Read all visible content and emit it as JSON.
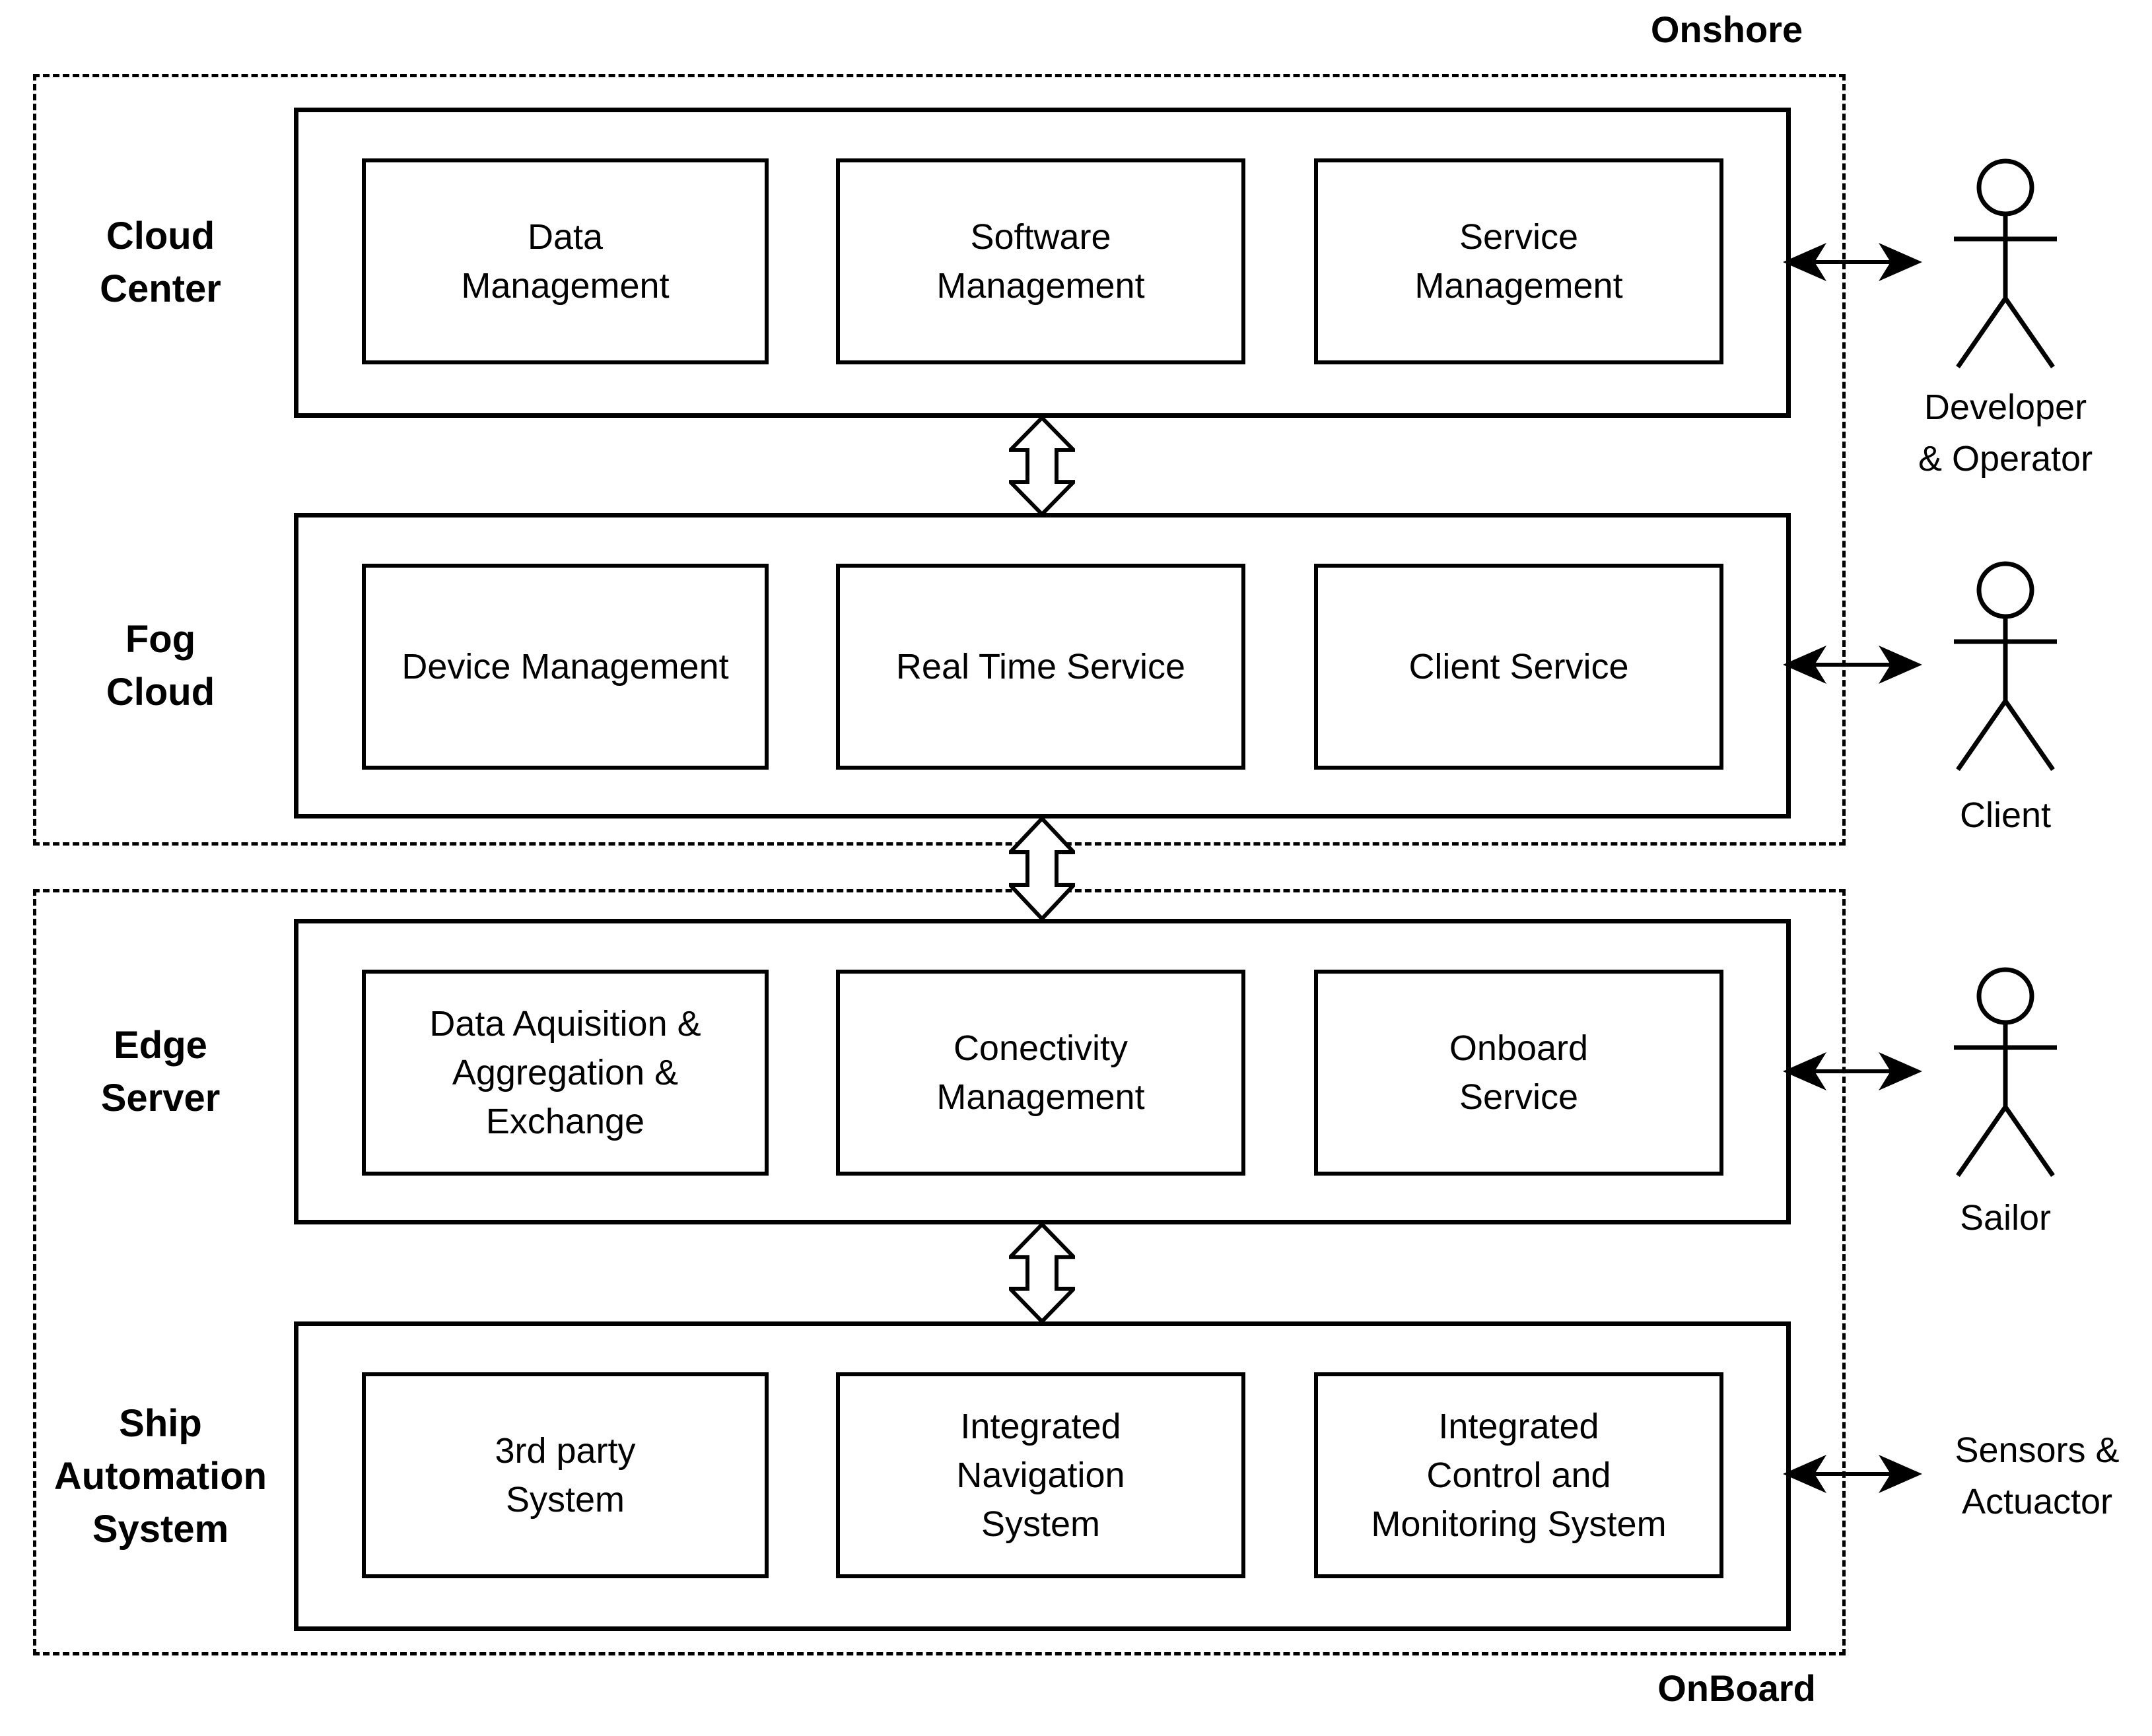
{
  "canvas": {
    "background": "#ffffff",
    "line_color": "#000000"
  },
  "regions": {
    "onshore": {
      "label": "Onshore"
    },
    "onboard": {
      "label": "OnBoard"
    }
  },
  "layers": [
    {
      "id": "cloud-center",
      "label": "Cloud\nCenter",
      "boxes": [
        {
          "label": "Data\nManagement"
        },
        {
          "label": "Software\nManagement"
        },
        {
          "label": "Service\nManagement"
        }
      ]
    },
    {
      "id": "fog-cloud",
      "label": "Fog\nCloud",
      "boxes": [
        {
          "label": "Device Management"
        },
        {
          "label": "Real Time Service"
        },
        {
          "label": "Client Service"
        }
      ]
    },
    {
      "id": "edge-server",
      "label": "Edge\nServer",
      "boxes": [
        {
          "label": "Data Aquisition &\nAggregation &\nExchange"
        },
        {
          "label": "Conectivity\nManagement"
        },
        {
          "label": "Onboard\nService"
        }
      ]
    },
    {
      "id": "ship-automation-system",
      "label": "Ship\nAutomation\nSystem",
      "boxes": [
        {
          "label": "3rd party\nSystem"
        },
        {
          "label": "Integrated\nNavigation\nSystem"
        },
        {
          "label": "Integrated\nControl and\nMonitoring System"
        }
      ]
    }
  ],
  "actors": [
    {
      "id": "developer-operator",
      "label": "Developer\n& Operator",
      "figure": "person"
    },
    {
      "id": "client",
      "label": "Client",
      "figure": "person"
    },
    {
      "id": "sailor",
      "label": "Sailor",
      "figure": "person"
    },
    {
      "id": "sensors-actuator",
      "label": "Sensors &\nActuactor",
      "figure": "none"
    }
  ],
  "connections": {
    "vertical": [
      {
        "from": "cloud-center",
        "to": "fog-cloud",
        "style": "hollow-double-arrow"
      },
      {
        "from": "fog-cloud",
        "to": "edge-server",
        "style": "hollow-double-arrow"
      },
      {
        "from": "edge-server",
        "to": "ship-automation-system",
        "style": "hollow-double-arrow"
      }
    ],
    "horizontal": [
      {
        "from": "cloud-center",
        "to": "developer-operator",
        "style": "double-arrow"
      },
      {
        "from": "fog-cloud",
        "to": "client",
        "style": "double-arrow"
      },
      {
        "from": "edge-server",
        "to": "sailor",
        "style": "double-arrow"
      },
      {
        "from": "ship-automation-system",
        "to": "sensors-actuator",
        "style": "double-arrow"
      }
    ]
  }
}
